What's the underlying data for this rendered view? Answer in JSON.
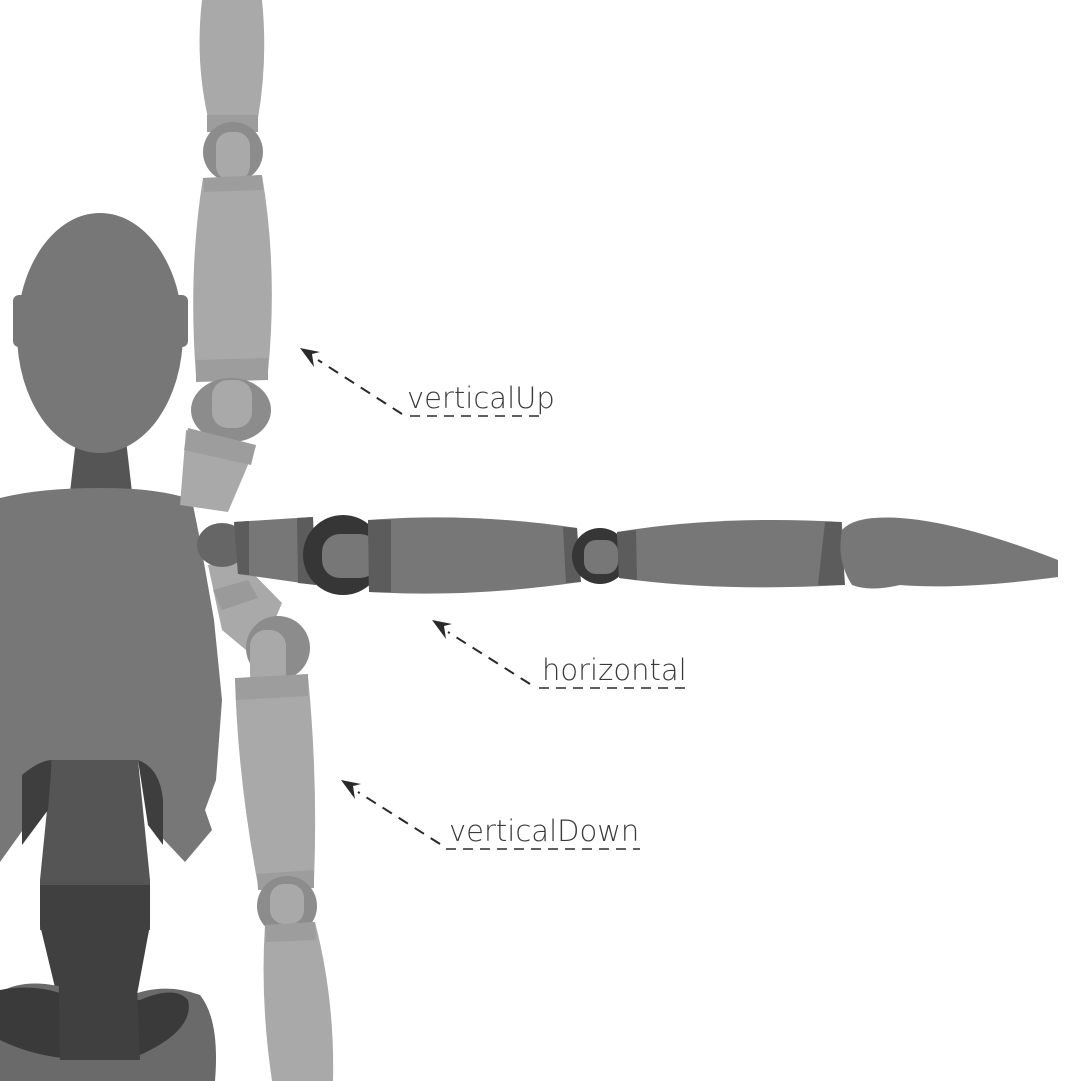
{
  "diagram": {
    "subject": "wooden-mannequin-arm-poses",
    "colors": {
      "background": "#ffffff",
      "body": "#777777",
      "body_dark": "#555555",
      "pants": "#404040",
      "light_limb": "#a9a9a9",
      "joint": "#8c8c8c",
      "dark_joint": "#363636",
      "text": "#3a3a3a"
    },
    "callouts": [
      {
        "id": "vertical-up",
        "label": "verticalUp"
      },
      {
        "id": "horizontal",
        "label": "horizontal"
      },
      {
        "id": "vertical-down",
        "label": "verticalDown"
      }
    ]
  }
}
